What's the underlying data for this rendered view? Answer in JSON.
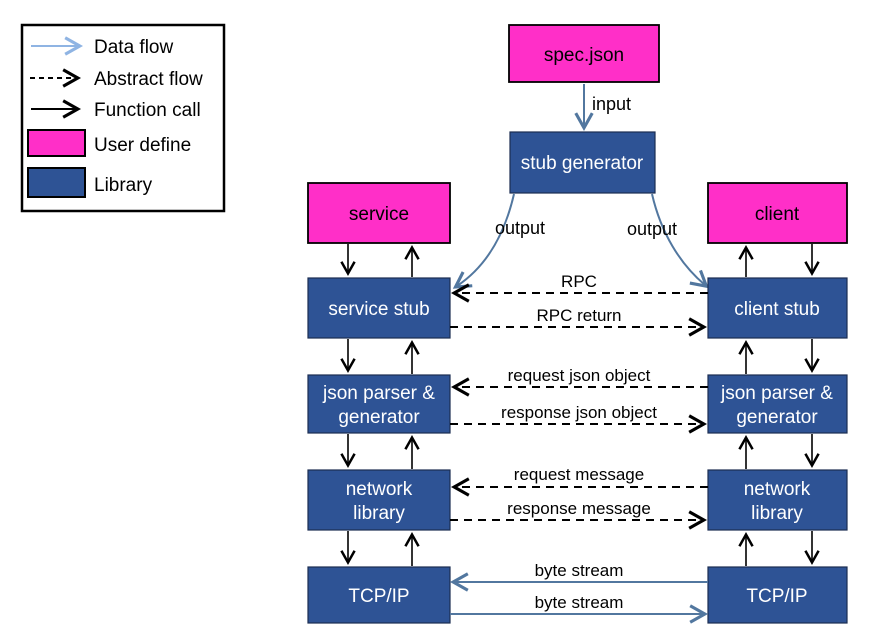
{
  "colors": {
    "user_define": "#FF2FC8",
    "library": "#2E5395",
    "data_flow": "#52779F",
    "legend_arrow_blue": "#8FB4E3",
    "legend_text_blue": "#4577BE",
    "black": "#000000",
    "white": "#FFFFFF"
  },
  "legend": {
    "data_flow": "Data flow",
    "abstract_flow": "Abstract flow",
    "function_call": "Function call",
    "user_define": "User define",
    "library": "Library"
  },
  "nodes": {
    "spec_json": "spec.json",
    "stub_generator": "stub generator",
    "service": "service",
    "client": "client",
    "service_stub": "service stub",
    "client_stub": "client stub",
    "json_parser_line1": "json parser &",
    "json_parser_line2": "generator",
    "network_line1": "network",
    "network_line2": "library",
    "tcp_ip": "TCP/IP"
  },
  "labels": {
    "input": "input",
    "output_left": "output",
    "output_right": "output",
    "rpc": "RPC",
    "rpc_return": "RPC return",
    "request_json": "request json object",
    "response_json": "response json object",
    "request_message": "request message",
    "response_message": "response message",
    "byte_stream_top": "byte stream",
    "byte_stream_bottom": "byte stream"
  }
}
